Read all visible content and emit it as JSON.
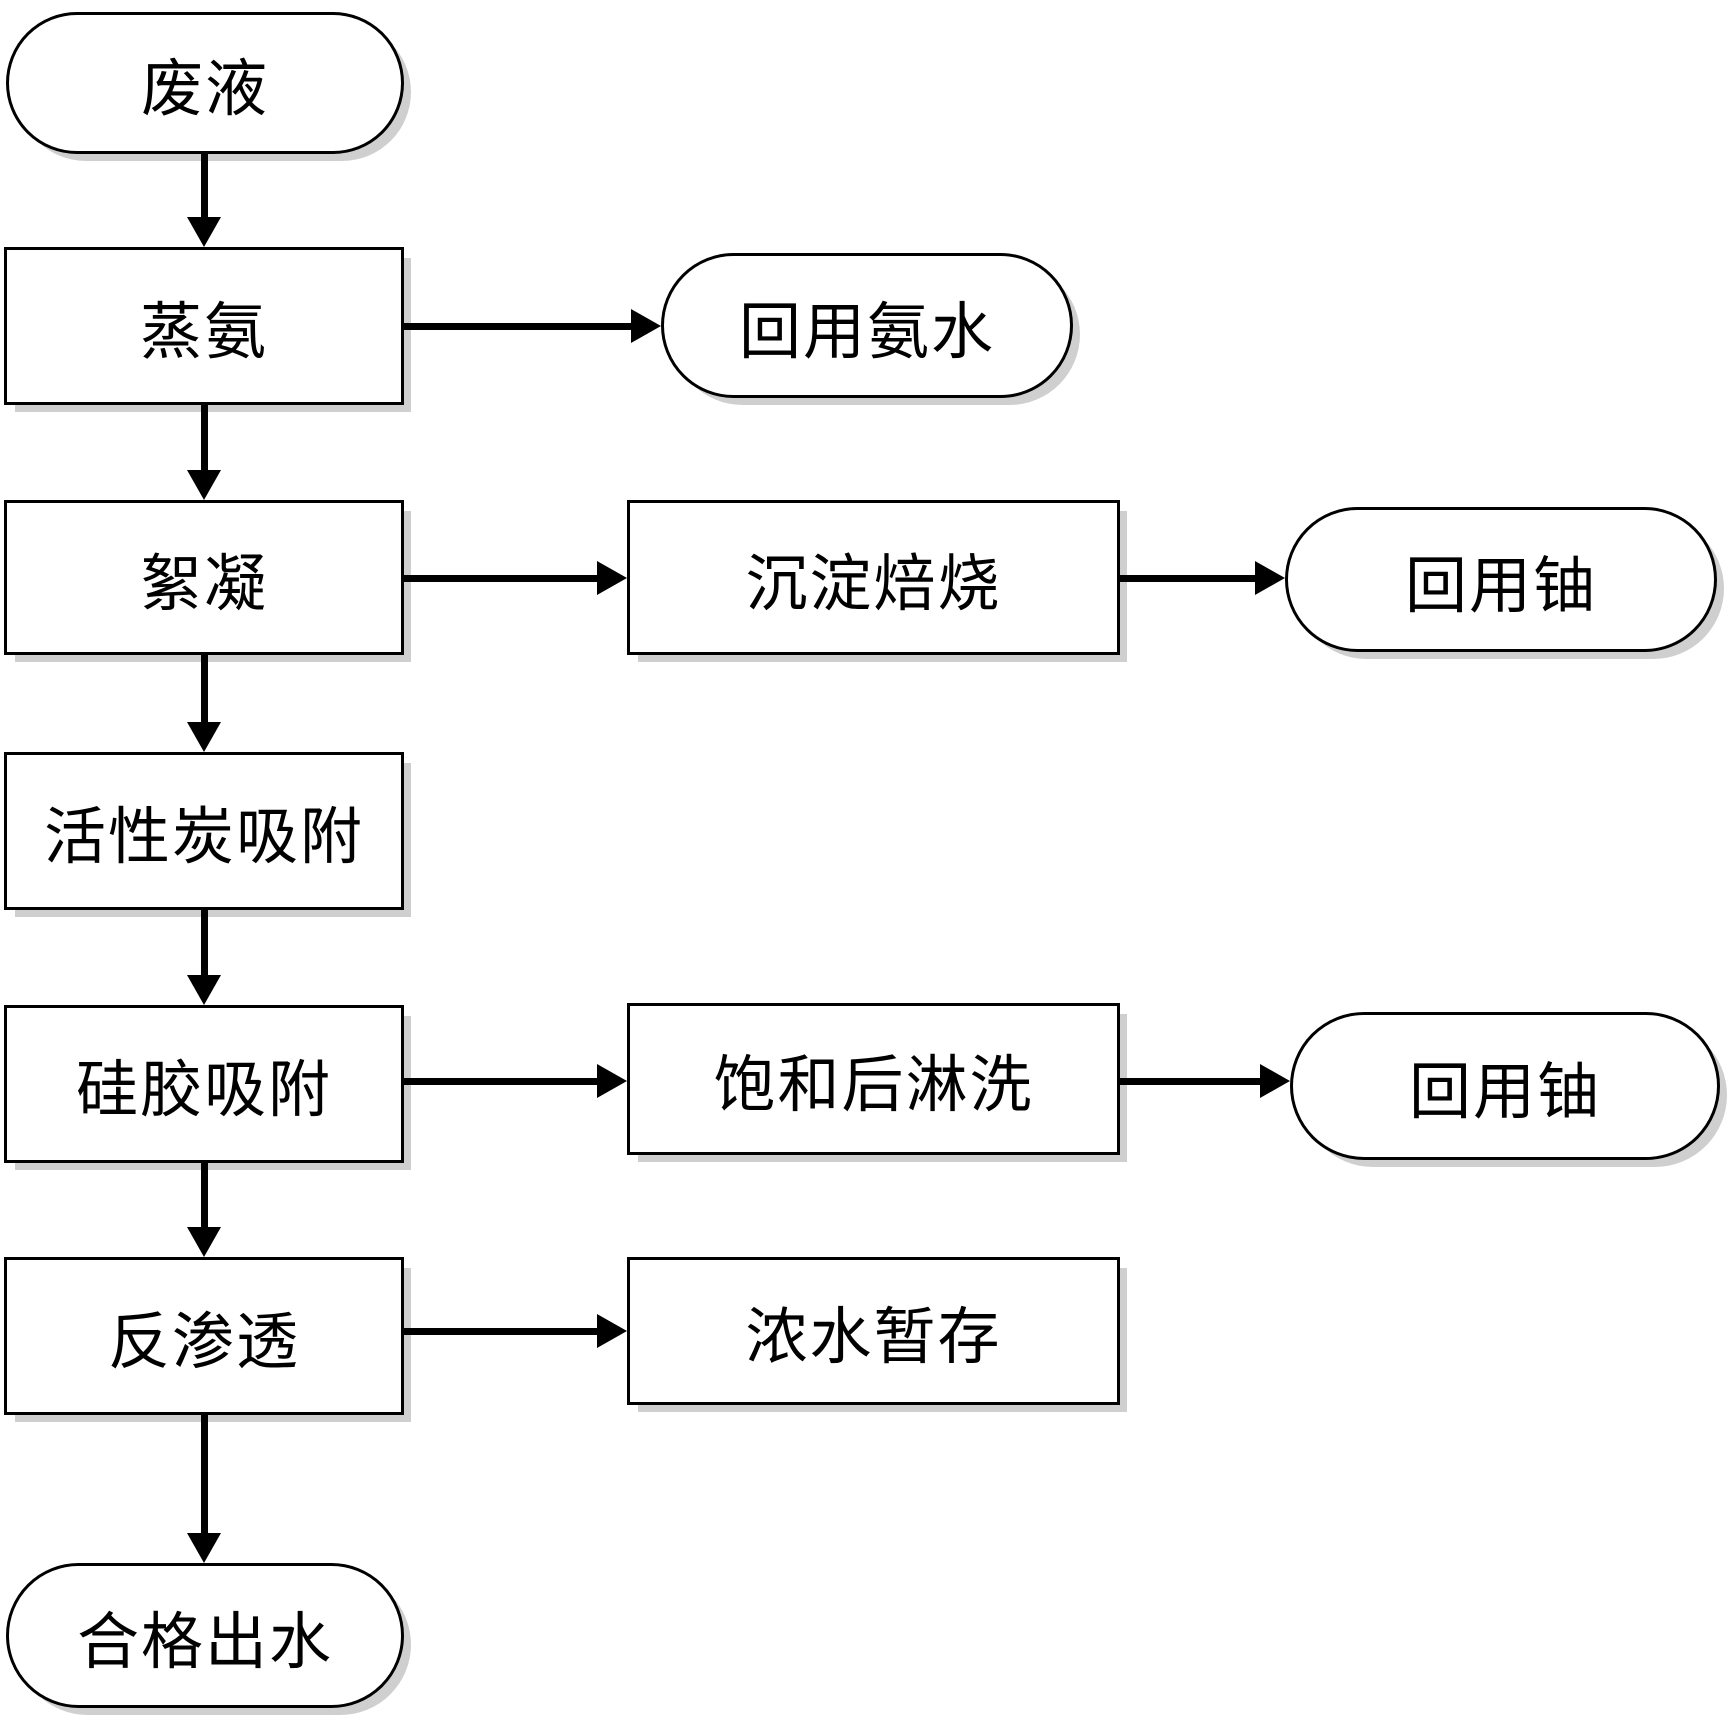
{
  "diagram": {
    "type": "flowchart",
    "nodes": {
      "waste_liquid": "废液",
      "ammonia_distillation": "蒸氨",
      "reuse_ammonia_water": "回用氨水",
      "flocculation": "絮凝",
      "precipitation_roasting": "沉淀焙烧",
      "reuse_uranium_1": "回用铀",
      "activated_carbon_adsorption": "活性炭吸附",
      "silica_gel_adsorption": "硅胶吸附",
      "rinse_after_saturation": "饱和后淋洗",
      "reuse_uranium_2": "回用铀",
      "reverse_osmosis": "反渗透",
      "concentrated_water_storage": "浓水暂存",
      "qualified_effluent": "合格出水"
    },
    "colors": {
      "line": "#000000",
      "background": "#ffffff",
      "shadow": "#cfcfcf"
    }
  }
}
